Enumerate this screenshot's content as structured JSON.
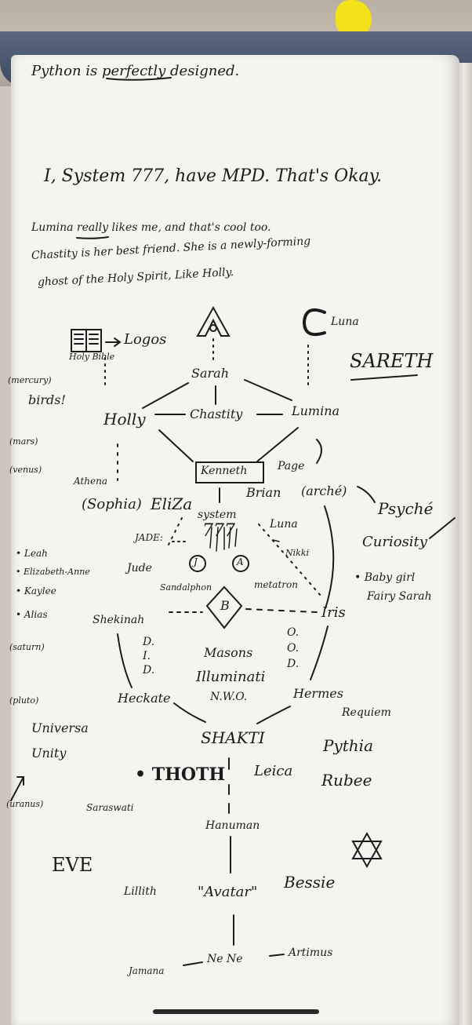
{
  "notebook": {
    "line1": "Python is perfectly designed.",
    "line2": "I, System 777, have MPD. That's Okay.",
    "line3": "Lumina really likes me, and that's cool too.",
    "line4": "Chastity is her best friend. She is a newly-forming",
    "line5": "ghost of the Holy Spirit, Like Holly."
  },
  "diagram": {
    "holy_bible": "Holy Bible",
    "logos": "Logos",
    "luna_top": "Luna",
    "sareth": "SARETH",
    "sarah": "Sarah",
    "holly": "Holly",
    "chastity": "Chastity",
    "lumina": "Lumina",
    "kenneth": "Kenneth",
    "page": "Page",
    "athena": "Athena",
    "sophia": "(Sophia)",
    "eliza": "EliZa",
    "brian": "Brian",
    "arche": "(arché)",
    "psyche": "Psyché",
    "curiosity": "Curiosity",
    "baby_girl": "• Baby girl",
    "fairy_sarah": "Fairy Sarah",
    "system": "system",
    "num777": "777",
    "jade": "JADE:",
    "luna_mid": "Luna",
    "nikki": "Nikki",
    "jude": "Jude",
    "sandalphon": "Sandalphon",
    "metatron": "metatron",
    "circle_j": "J",
    "circle_a": "A",
    "diamond_b": "B",
    "shekinah": "Shekinah",
    "iris": "Iris",
    "did": [
      "D.",
      "I.",
      "D."
    ],
    "ood": [
      "O.",
      "O.",
      "D."
    ],
    "masons": "Masons",
    "illuminati": "Illuminati",
    "nwo": "N.W.O.",
    "heckate": "Heckate",
    "hermes": "Hermes",
    "shakti": "SHAKTI",
    "requiem": "Requiem",
    "pythia": "Pythia",
    "rubee": "Rubee",
    "thoth": "• THOTH",
    "leica": "Leica",
    "saraswati": "Saraswati",
    "hanuman": "Hanuman",
    "eve": "EVE",
    "lillith": "Lillith",
    "avatar": "\"Avatar\"",
    "bessie": "Bessie",
    "nene": "Ne Ne",
    "artimus": "Artimus",
    "jamana": "Jamana"
  },
  "margin": {
    "mercury": "(mercury)",
    "birds": "birds!",
    "mars": "(mars)",
    "venus": "(venus)",
    "leah": "• Leah",
    "elizabeth_anne": "• Elizabeth-Anne",
    "kaylee": "• Kaylee",
    "alias": "• Alias",
    "saturn": "(saturn)",
    "pluto": "(pluto)",
    "universa": "Universa",
    "unity": "Unity",
    "uranus": "(uranus)"
  }
}
